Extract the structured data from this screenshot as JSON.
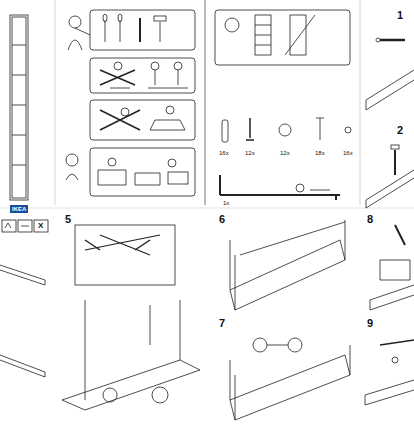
{
  "diagram": {
    "labels": [
      "IKEA",
      "X",
      "16x",
      "12x",
      "12x",
      "18x",
      "16x",
      "1x",
      "1",
      "2",
      "5",
      "6",
      "7",
      "8",
      "9"
    ]
  }
}
